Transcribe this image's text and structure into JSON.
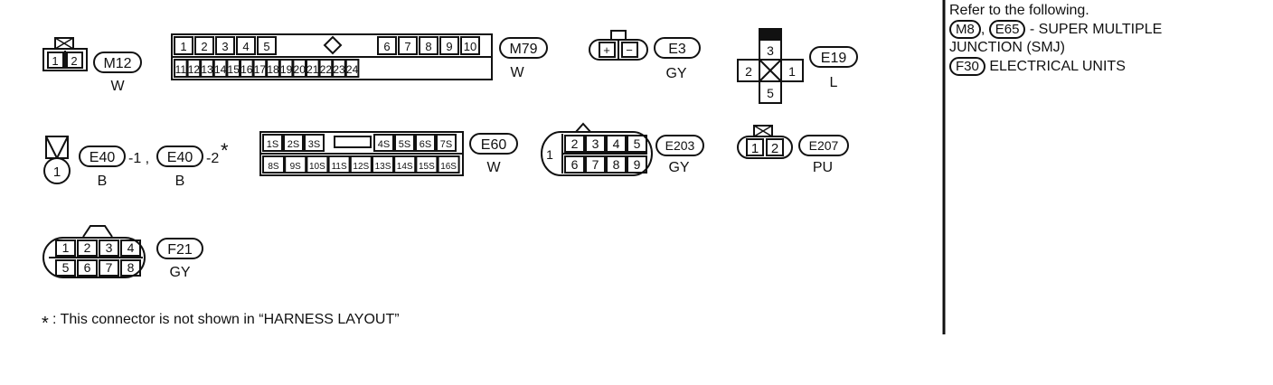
{
  "diagram": {
    "connectors": {
      "m12": {
        "id": "M12",
        "color": "W",
        "pins": [
          "1",
          "2"
        ]
      },
      "m79": {
        "id": "M79",
        "color": "W",
        "top": [
          "1",
          "2",
          "3",
          "4",
          "5",
          "6",
          "7",
          "8",
          "9",
          "10"
        ],
        "bottom": [
          "11",
          "12",
          "13",
          "14",
          "15",
          "16",
          "17",
          "18",
          "19",
          "20",
          "21",
          "22",
          "23",
          "24"
        ]
      },
      "e3": {
        "id": "E3",
        "color": "GY",
        "pins": [
          "+",
          "−"
        ]
      },
      "e19": {
        "id": "E19",
        "color": "L",
        "pins": [
          "3",
          "2",
          "1",
          "5"
        ]
      },
      "e40": {
        "id": "E40",
        "suffix1": "-1 ,",
        "suffix2": "-2",
        "star": "*",
        "color": "B",
        "pins": [
          "1"
        ]
      },
      "e60": {
        "id": "E60",
        "color": "W",
        "top": [
          "1S",
          "2S",
          "3S",
          "4S",
          "5S",
          "6S",
          "7S"
        ],
        "bottom": [
          "8S",
          "9S",
          "10S",
          "11S",
          "12S",
          "13S",
          "14S",
          "15S",
          "16S"
        ]
      },
      "e203": {
        "id": "E203",
        "color": "GY",
        "top": [
          "1",
          "2",
          "3",
          "4",
          "5"
        ],
        "bottom": [
          "6",
          "7",
          "8",
          "9"
        ]
      },
      "e207": {
        "id": "E207",
        "color": "PU",
        "pins": [
          "1",
          "2"
        ]
      },
      "f21": {
        "id": "F21",
        "color": "GY",
        "top": [
          "1",
          "2",
          "3",
          "4"
        ],
        "bottom": [
          "5",
          "6",
          "7",
          "8"
        ]
      }
    },
    "footnote": {
      "star": "*",
      "text": ": This connector is not shown in “HARNESS LAYOUT”"
    }
  },
  "reference": {
    "heading": "Refer to the following.",
    "line1": {
      "a": "M8",
      "sep": ",",
      "b": "E65",
      "text": "- SUPER MULTIPLE"
    },
    "line2": "JUNCTION (SMJ)",
    "line3": {
      "a": "F30",
      "text": "ELECTRICAL UNITS"
    }
  }
}
